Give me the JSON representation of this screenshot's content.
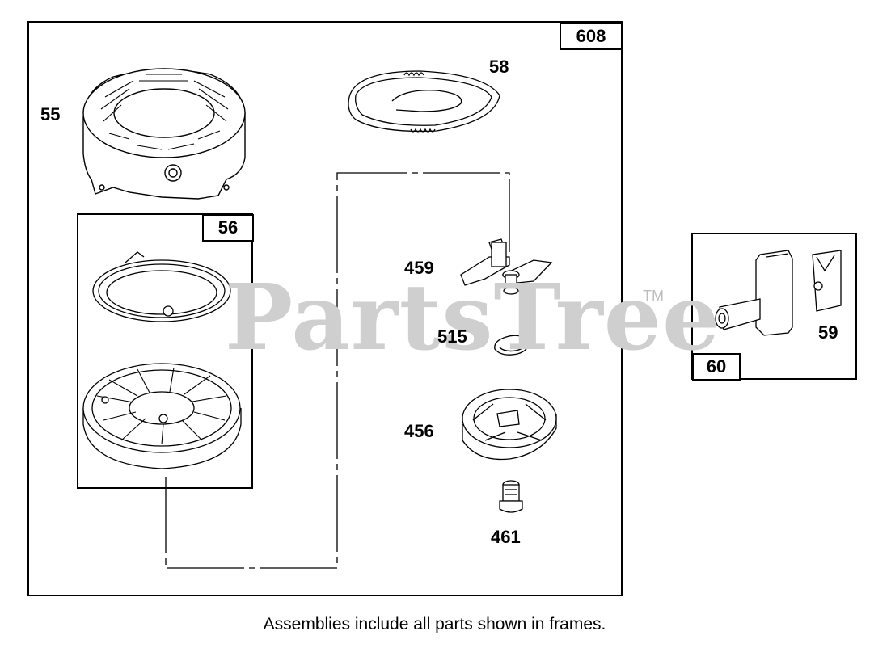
{
  "watermark": {
    "text": "PartsTree",
    "trademark": "TM"
  },
  "frames": {
    "main": {
      "label": "608"
    },
    "rewind": {
      "label": "56"
    },
    "side": {
      "label": "60"
    }
  },
  "callouts": {
    "housing": "55",
    "rope": "58",
    "pawl": "459",
    "retainer_ring": "515",
    "cup": "456",
    "screw": "461",
    "handle": "59"
  },
  "footnote": "Assemblies include all parts shown in frames."
}
